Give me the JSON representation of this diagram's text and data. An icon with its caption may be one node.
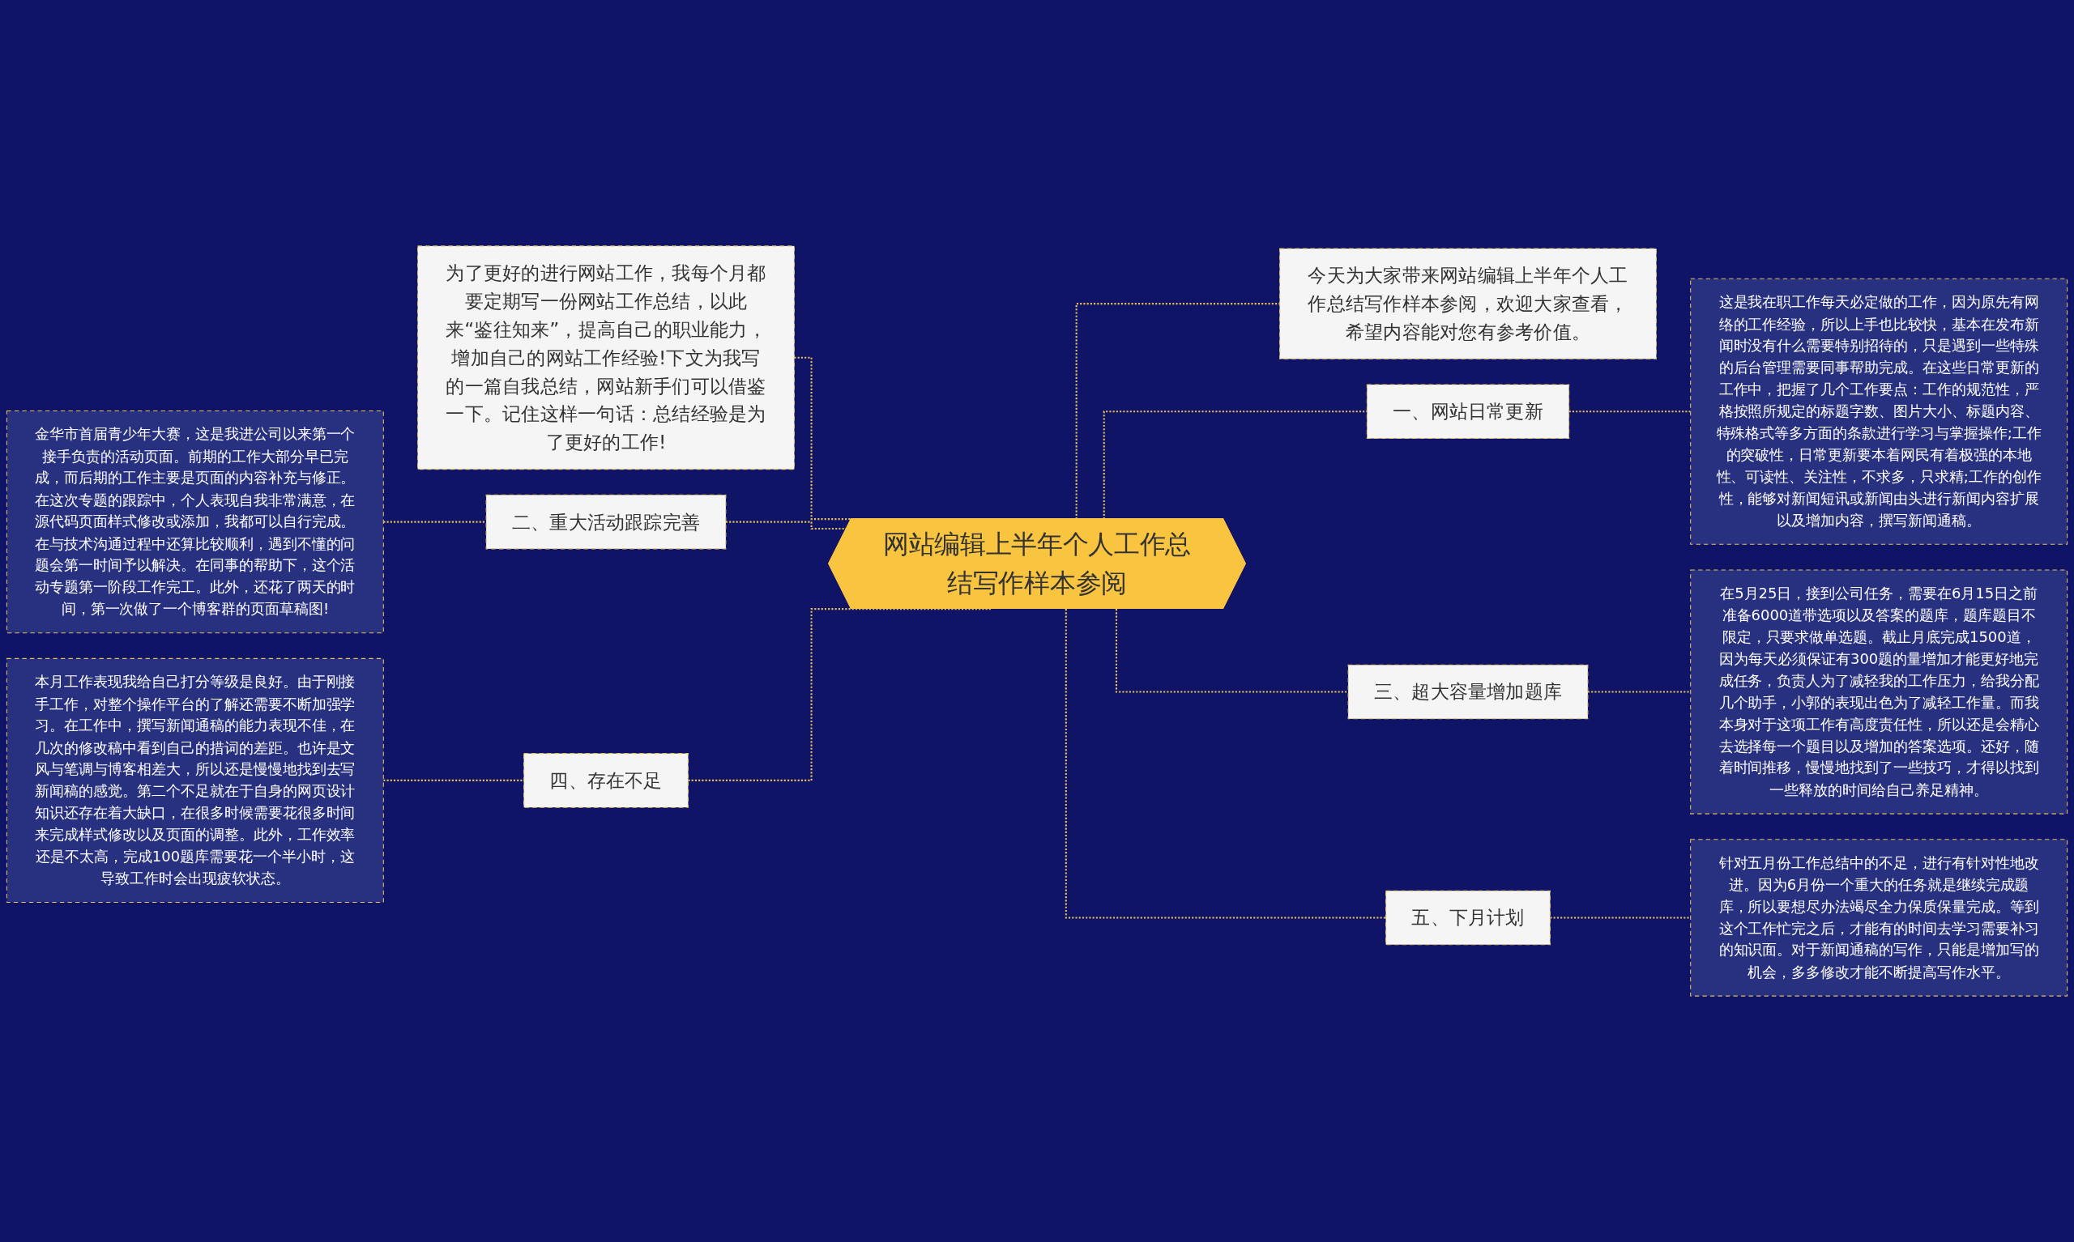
{
  "diagram": {
    "nodes": [
      {
        "text": [
          "网站编辑上半年个人工作总结写作样本参阅"
        ]
      },
      {
        "text": [
          "今天为大家带来网站编辑上半年个人工作总结写作样本参阅，欢迎大家查看，希望内容能对您有参考价值。"
        ]
      },
      {
        "text": [
          "一、网站日常更新"
        ]
      },
      {
        "text": [
          "这是我在职工作每天必定做的工作，因为原先有网络的工作经验，所以上手也比较快，基本在发布新闻时没有什么需要特别招待的，只是遇到一些特殊的后台管理需要同事帮助完成。在这些日常更新的工作中，把握了几个工作要点：工作的规范性，严格按照所规定的标题字数、图片大小、标题内容、特殊格式等多方面的条款进行学习与掌握操作;工作的突破性，日常更新要本着网民有着极强的本地性、可读性、关注性，不求多，只求精;工作的创作性，能够对新闻短讯或新闻由头进行新闻内容扩展以及增加内容，撰写新闻通稿。"
        ]
      },
      {
        "text": [
          "三、超大容量增加题库"
        ]
      },
      {
        "text": [
          "在5月25日，接到公司任务，需要在6月15日之前准备6000道带选项以及答案的题库，题库题目不限定，只要求做单选题。截止月底完成1500道，因为每天必须保证有300题的量增加才能更好地完成任务，负责人为了减轻我的工作压力，给我分配几个助手，小郭的表现出色为了减轻工作量。而我本身对于这项工作有高度责任性，所以还是会精心去选择每一个题目以及增加的答案选项。还好，随着时间推移，慢慢地找到了一些技巧，才得以找到一些释放的时间给自己养足精神。"
        ]
      },
      {
        "text": [
          "五、下月计划"
        ]
      },
      {
        "text": [
          "针对五月份工作总结中的不足，进行有针对性地改进。因为6月份一个重大的任务就是继续完成题库，所以要想尽办法竭尽全力保质保量完成。等到这个工作忙完之后，才能有的时间去学习需要补习的知识面。对于新闻通稿的写作，只能是增加写的机会，多多修改才能不断提高写作水平。"
        ]
      },
      {
        "text": [
          "为了更好的进行网站工作，我每个月都要定期写一份网站工作总结，以此来“鉴往知来”，提高自己的职业能力，增加自己的网站工作经验!下文为我写的一篇自我总结，网站新手们可以借鉴一下。记住这样一句话：总结经验是为了更好的工作!"
        ]
      },
      {
        "text": [
          "二、重大活动跟踪完善"
        ]
      },
      {
        "text": [
          "金华市首届青少年大赛，这是我进公司以来第一个接手负责的活动页面。前期的工作大部分早已完成，而后期的工作主要是页面的内容补充与修正。在这次专题的跟踪中，个人表现自我非常满意，在源代码页面样式修改或添加，我都可以自行完成。在与技术沟通过程中还算比较顺利，遇到不懂的问题会第一时间予以解决。在同事的帮助下，这个活动专题第一阶段工作完工。此外，还花了两天的时间，第一次做了一个博客群的页面草稿图!"
        ]
      },
      {
        "text": [
          "四、存在不足"
        ]
      },
      {
        "text": [
          "本月工作表现我给自己打分等级是良好。由于刚接手工作，对整个操作平台的了解还需要不断加强学习。在工作中，撰写新闻通稿的能力表现不佳，在几次的修改稿中看到自己的措词的差距。也许是文风与笔调与博客相差大，所以还是慢慢地找到去写新闻稿的感觉。第二个不足就在于自身的网页设计知识还存在着大缺口，在很多时候需要花很多时间来完成样式修改以及页面的调整。此外，工作效率还是不太高，完成100题库需要花一个半小时，这导致工作时会出现疲软状态。"
        ]
      }
    ],
    "edges": [
      {
        "from": 0,
        "to": 1,
        "arrow": "none",
        "style": "dashed"
      },
      {
        "from": 0,
        "to": 2,
        "arrow": "none",
        "style": "dashed"
      },
      {
        "from": 2,
        "to": 3,
        "arrow": "none",
        "style": "dashed"
      },
      {
        "from": 0,
        "to": 4,
        "arrow": "none",
        "style": "dashed"
      },
      {
        "from": 4,
        "to": 5,
        "arrow": "none",
        "style": "dashed"
      },
      {
        "from": 0,
        "to": 6,
        "arrow": "none",
        "style": "dashed"
      },
      {
        "from": 6,
        "to": 7,
        "arrow": "none",
        "style": "dashed"
      },
      {
        "from": 8,
        "to": 0,
        "arrow": "none",
        "style": "dashed"
      },
      {
        "from": 9,
        "to": 0,
        "arrow": "none",
        "style": "dashed"
      },
      {
        "from": 10,
        "to": 9,
        "arrow": "none",
        "style": "dashed"
      },
      {
        "from": 11,
        "to": 0,
        "arrow": "none",
        "style": "dashed"
      },
      {
        "from": 12,
        "to": 11,
        "arrow": "none",
        "style": "dashed"
      }
    ]
  }
}
